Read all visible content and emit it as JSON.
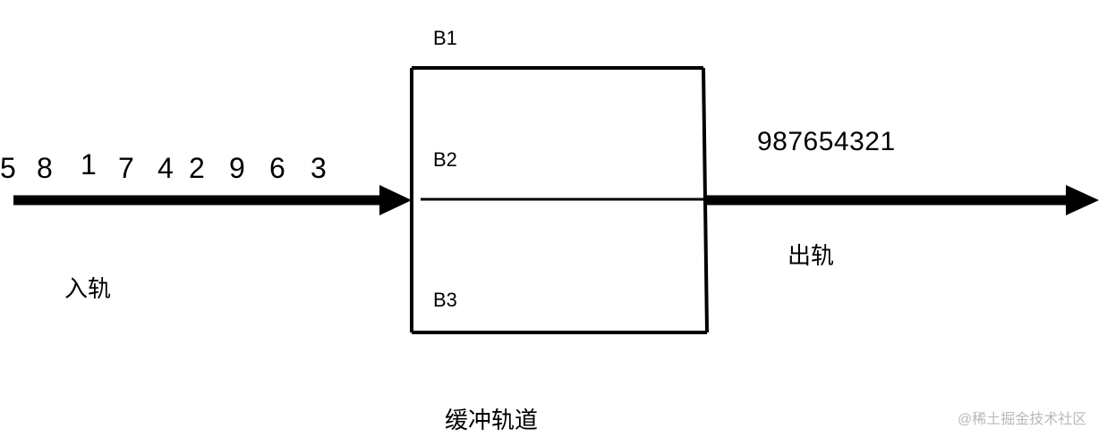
{
  "input_sequence": [
    "5",
    "8",
    "1",
    "7",
    "4",
    "2",
    "9",
    "6",
    "3"
  ],
  "output_sequence": "987654321",
  "labels": {
    "entry_track": "入轨",
    "exit_track": "出轨",
    "buffer_tracks": "缓冲轨道",
    "b1": "B1",
    "b2": "B2",
    "b3": "B3"
  },
  "watermark": "@稀土掘金技术社区"
}
